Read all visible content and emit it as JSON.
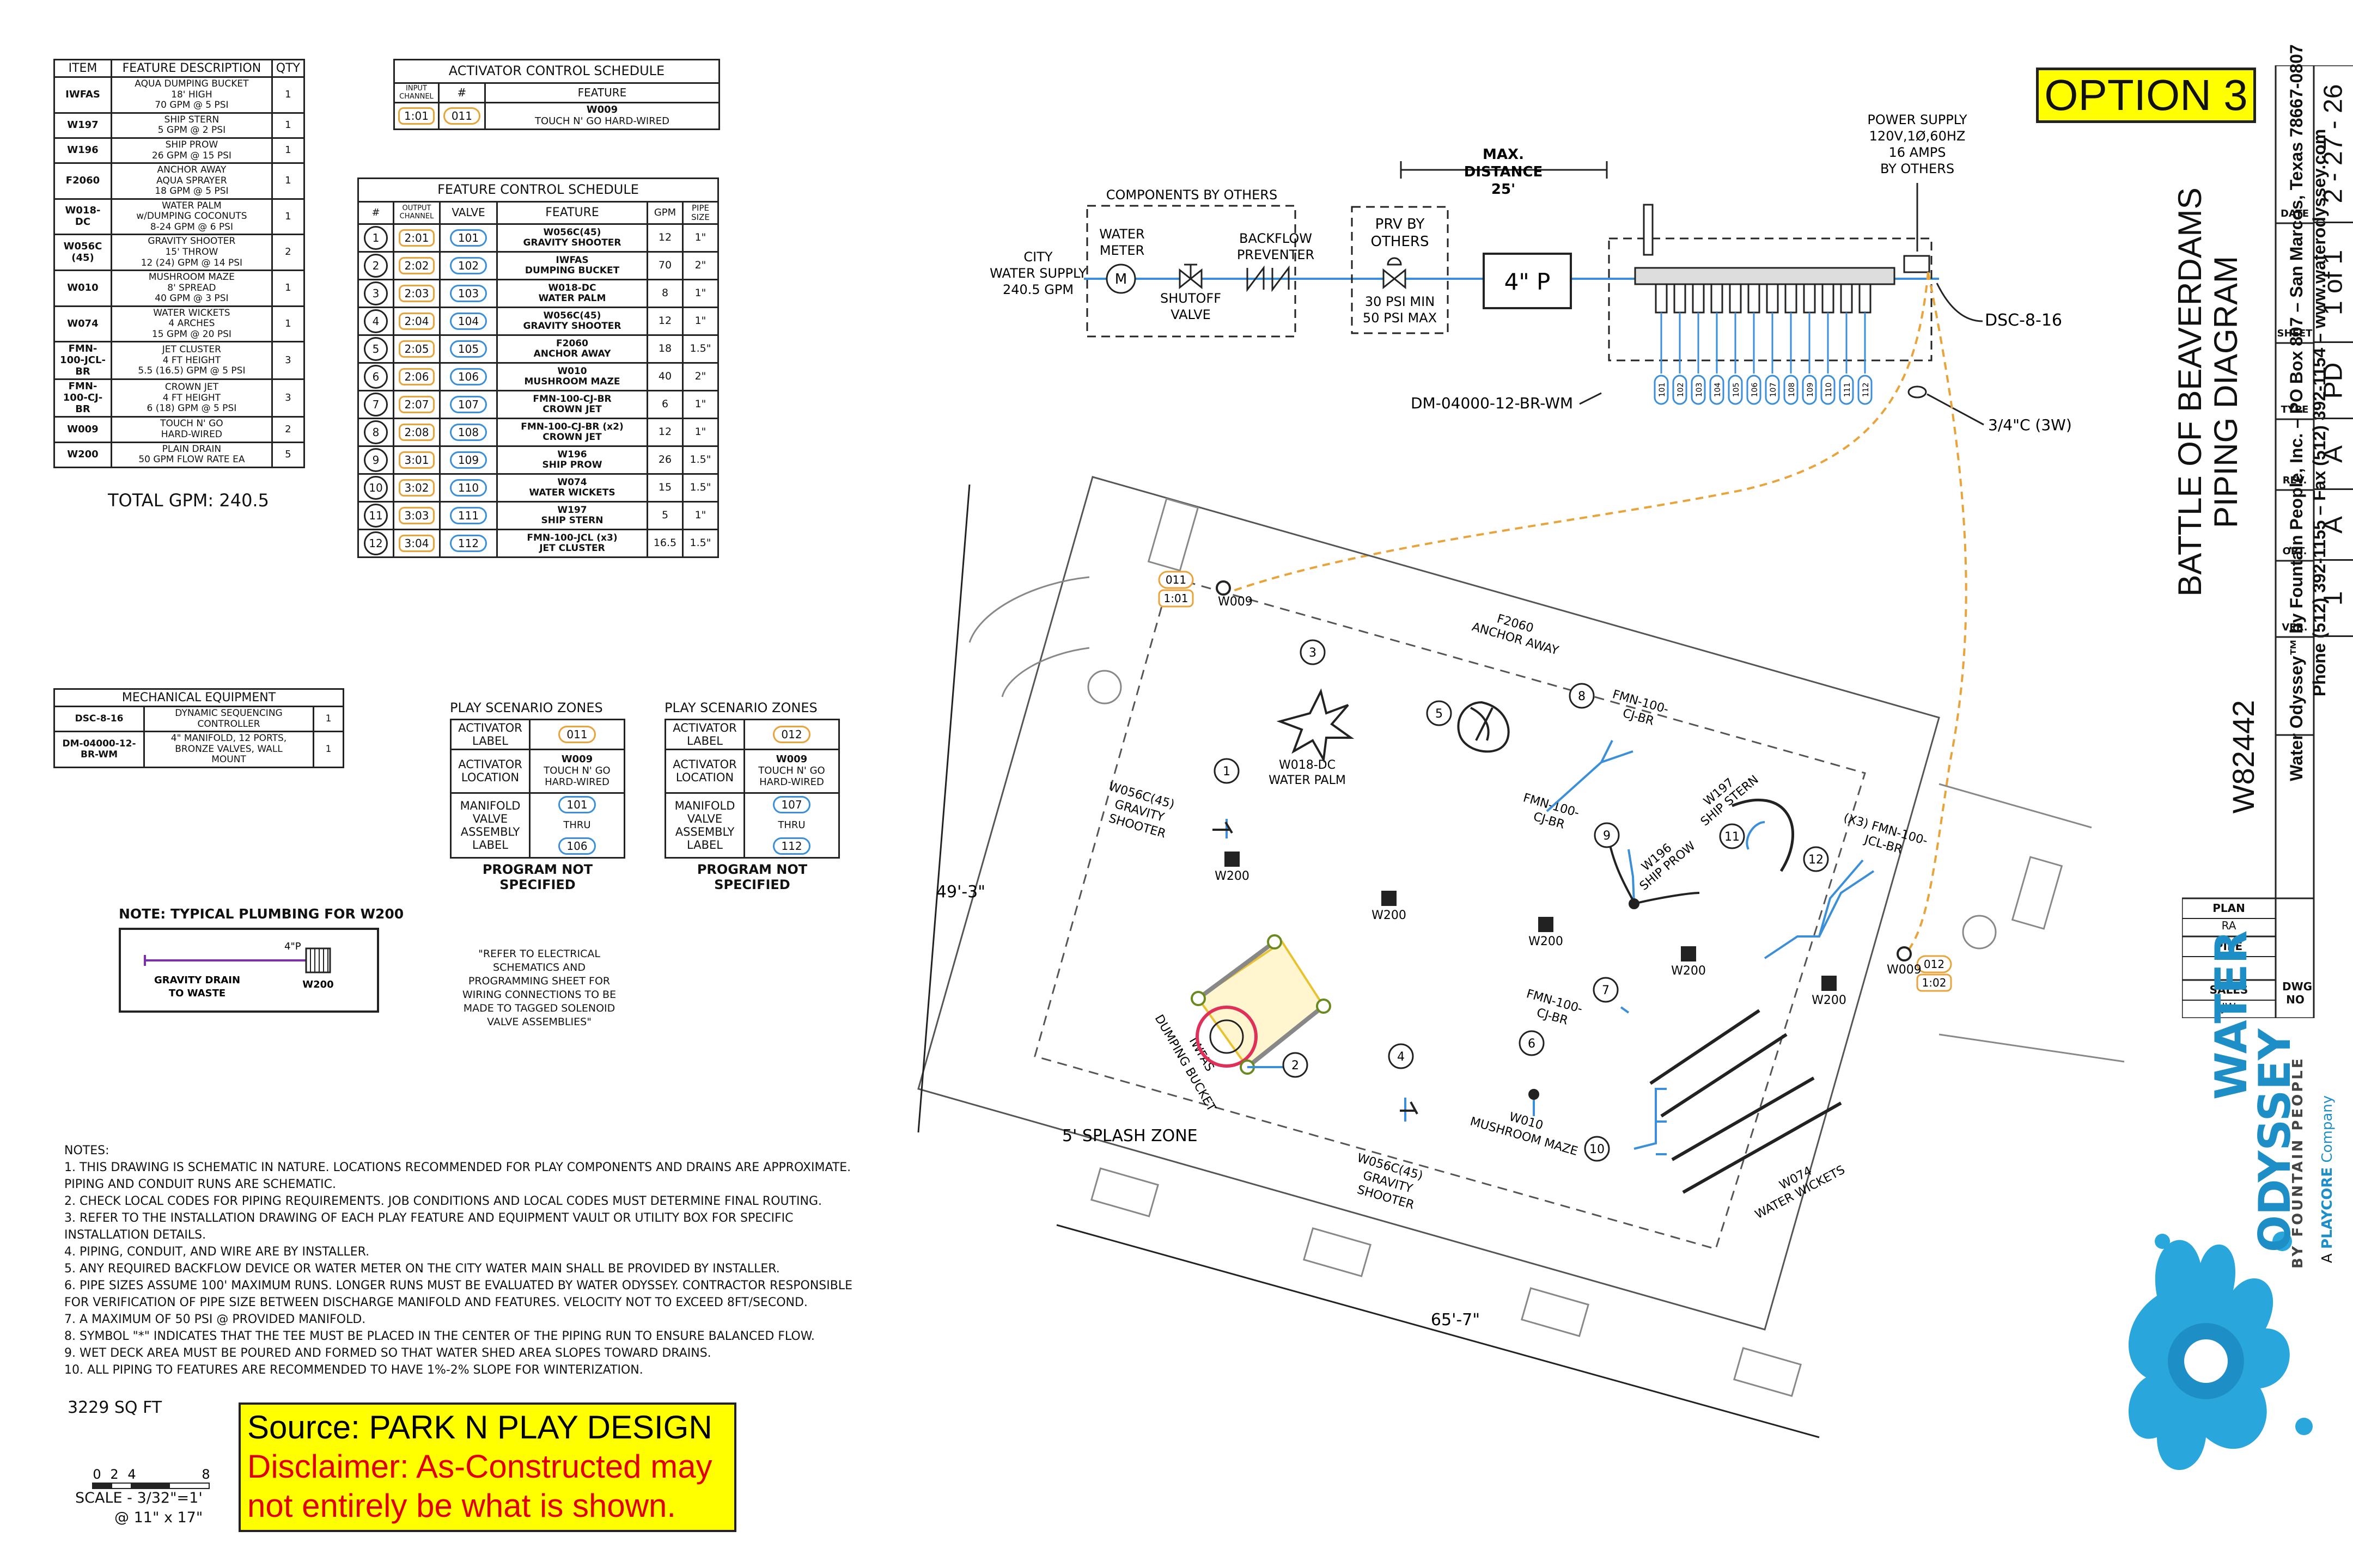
{
  "feature_table": {
    "headers": [
      "ITEM",
      "FEATURE DESCRIPTION",
      "QTY"
    ],
    "rows": [
      {
        "item": "IWFAS",
        "desc": [
          "AQUA DUMPING BUCKET",
          "18' HIGH",
          "70 GPM @ 5 PSI"
        ],
        "qty": "1"
      },
      {
        "item": "W197",
        "desc": [
          "SHIP STERN",
          "5 GPM @ 2 PSI"
        ],
        "qty": "1"
      },
      {
        "item": "W196",
        "desc": [
          "SHIP PROW",
          "26 GPM @ 15 PSI"
        ],
        "qty": "1"
      },
      {
        "item": "F2060",
        "desc": [
          "ANCHOR AWAY",
          "AQUA SPRAYER",
          "18 GPM @ 5 PSI"
        ],
        "qty": "1"
      },
      {
        "item": "W018-DC",
        "desc": [
          "WATER PALM",
          "w/DUMPING COCONUTS",
          "8-24 GPM @ 6 PSI"
        ],
        "qty": "1"
      },
      {
        "item": "W056C (45)",
        "desc": [
          "GRAVITY SHOOTER",
          "15' THROW",
          "12 (24) GPM @ 14 PSI"
        ],
        "qty": "2"
      },
      {
        "item": "W010",
        "desc": [
          "MUSHROOM MAZE",
          "8' SPREAD",
          "40 GPM @ 3 PSI"
        ],
        "qty": "1"
      },
      {
        "item": "W074",
        "desc": [
          "WATER WICKETS",
          "4 ARCHES",
          "15 GPM @ 20 PSI"
        ],
        "qty": "1"
      },
      {
        "item": "FMN-100-JCL-BR",
        "desc": [
          "JET CLUSTER",
          "4 FT HEIGHT",
          "5.5 (16.5) GPM @ 5 PSI"
        ],
        "qty": "3"
      },
      {
        "item": "FMN-100-CJ-BR",
        "desc": [
          "CROWN JET",
          "4 FT HEIGHT",
          "6 (18) GPM @ 5 PSI"
        ],
        "qty": "3"
      },
      {
        "item": "W009",
        "desc": [
          "TOUCH N' GO",
          "HARD-WIRED"
        ],
        "qty": "2"
      },
      {
        "item": "W200",
        "desc": [
          "PLAIN DRAIN",
          "50 GPM FLOW RATE EA"
        ],
        "qty": "5"
      }
    ],
    "total": "TOTAL GPM: 240.5"
  },
  "activator_schedule": {
    "title": "ACTIVATOR CONTROL SCHEDULE",
    "col_input": "INPUT CHANNEL",
    "col_num": "#",
    "col_feature": "FEATURE",
    "row": {
      "channel": "1:01",
      "num": "011",
      "feature": "W009",
      "feature_sub": "TOUCH N' GO HARD-WIRED"
    }
  },
  "feature_schedule": {
    "title": "FEATURE CONTROL SCHEDULE",
    "headers": [
      "#",
      "OUTPUT CHANNEL",
      "VALVE",
      "FEATURE",
      "GPM",
      "PIPE SIZE"
    ],
    "rows": [
      {
        "n": "1",
        "ch": "2:01",
        "valve": "101",
        "f1": "W056C(45)",
        "f2": "GRAVITY SHOOTER",
        "gpm": "12",
        "pipe": "1\""
      },
      {
        "n": "2",
        "ch": "2:02",
        "valve": "102",
        "f1": "IWFAS",
        "f2": "DUMPING BUCKET",
        "gpm": "70",
        "pipe": "2\""
      },
      {
        "n": "3",
        "ch": "2:03",
        "valve": "103",
        "f1": "W018-DC",
        "f2": "WATER PALM",
        "gpm": "8",
        "pipe": "1\""
      },
      {
        "n": "4",
        "ch": "2:04",
        "valve": "104",
        "f1": "W056C(45)",
        "f2": "GRAVITY SHOOTER",
        "gpm": "12",
        "pipe": "1\""
      },
      {
        "n": "5",
        "ch": "2:05",
        "valve": "105",
        "f1": "F2060",
        "f2": "ANCHOR AWAY",
        "gpm": "18",
        "pipe": "1.5\""
      },
      {
        "n": "6",
        "ch": "2:06",
        "valve": "106",
        "f1": "W010",
        "f2": "MUSHROOM MAZE",
        "gpm": "40",
        "pipe": "2\""
      },
      {
        "n": "7",
        "ch": "2:07",
        "valve": "107",
        "f1": "FMN-100-CJ-BR",
        "f2": "CROWN JET",
        "gpm": "6",
        "pipe": "1\""
      },
      {
        "n": "8",
        "ch": "2:08",
        "valve": "108",
        "f1": "FMN-100-CJ-BR (x2)",
        "f2": "CROWN JET",
        "gpm": "12",
        "pipe": "1\""
      },
      {
        "n": "9",
        "ch": "3:01",
        "valve": "109",
        "f1": "W196",
        "f2": "SHIP PROW",
        "gpm": "26",
        "pipe": "1.5\""
      },
      {
        "n": "10",
        "ch": "3:02",
        "valve": "110",
        "f1": "W074",
        "f2": "WATER WICKETS",
        "gpm": "15",
        "pipe": "1.5\""
      },
      {
        "n": "11",
        "ch": "3:03",
        "valve": "111",
        "f1": "W197",
        "f2": "SHIP STERN",
        "gpm": "5",
        "pipe": "1\""
      },
      {
        "n": "12",
        "ch": "3:04",
        "valve": "112",
        "f1": "FMN-100-JCL (x3)",
        "f2": "JET CLUSTER",
        "gpm": "16.5",
        "pipe": "1.5\""
      }
    ]
  },
  "mech_table": {
    "title": "MECHANICAL EQUIPMENT",
    "rows": [
      {
        "item": "DSC-8-16",
        "desc": [
          "DYNAMIC SEQUENCING",
          "CONTROLLER"
        ],
        "qty": "1"
      },
      {
        "item": "DM-04000-12-BR-WM",
        "desc": [
          "4\" MANIFOLD, 12 PORTS,",
          "BRONZE VALVES, WALL",
          "MOUNT"
        ],
        "qty": "1"
      }
    ]
  },
  "zones": [
    {
      "title": "PLAY SCENARIO ZONES",
      "act_label": "ACTIVATOR LABEL",
      "act_label_val": "011",
      "act_loc": "ACTIVATOR LOCATION",
      "act_loc_val": [
        "W009",
        "TOUCH N' GO",
        "HARD-WIRED"
      ],
      "manifold": "MANIFOLD VALVE ASSEMBLY LABEL",
      "from": "101",
      "thru": "THRU",
      "to": "106",
      "footer": "PROGRAM NOT SPECIFIED"
    },
    {
      "title": "PLAY SCENARIO ZONES",
      "act_label": "ACTIVATOR LABEL",
      "act_label_val": "012",
      "act_loc": "ACTIVATOR LOCATION",
      "act_loc_val": [
        "W009",
        "TOUCH N' GO",
        "HARD-WIRED"
      ],
      "manifold": "MANIFOLD VALVE ASSEMBLY LABEL",
      "from": "107",
      "thru": "THRU",
      "to": "112",
      "footer": "PROGRAM NOT SPECIFIED"
    }
  ],
  "refer_note": [
    "\"REFER TO ELECTRICAL",
    "SCHEMATICS AND",
    "PROGRAMMING SHEET FOR",
    "WIRING CONNECTIONS TO BE",
    "MADE TO TAGGED SOLENOID",
    "VALVE ASSEMBLIES\""
  ],
  "plumbing_note": {
    "title": "NOTE: TYPICAL PLUMBING FOR W200",
    "pipe": "4\"P",
    "drain": [
      "GRAVITY DRAIN",
      "TO WASTE"
    ],
    "label": "W200"
  },
  "notes": {
    "title": "NOTES:",
    "lines": [
      "1. THIS DRAWING IS SCHEMATIC IN NATURE. LOCATIONS RECOMMENDED FOR PLAY COMPONENTS AND DRAINS ARE APPROXIMATE.",
      "PIPING AND CONDUIT RUNS ARE SCHEMATIC.",
      "2. CHECK LOCAL CODES FOR PIPING REQUIREMENTS. JOB CONDITIONS AND LOCAL CODES MUST DETERMINE FINAL ROUTING.",
      "3. REFER TO THE INSTALLATION DRAWING OF EACH PLAY FEATURE AND EQUIPMENT VAULT OR UTILITY BOX FOR SPECIFIC",
      "INSTALLATION DETAILS.",
      "4. PIPING, CONDUIT, AND WIRE ARE BY INSTALLER.",
      "5. ANY REQUIRED BACKFLOW DEVICE OR WATER METER ON THE CITY WATER MAIN SHALL BE PROVIDED BY INSTALLER.",
      "6. PIPE SIZES ASSUME 100' MAXIMUM RUNS. LONGER RUNS MUST BE EVALUATED BY WATER ODYSSEY. CONTRACTOR RESPONSIBLE",
      "FOR VERIFICATION OF PIPE SIZE BETWEEN DISCHARGE MANIFOLD AND FEATURES. VELOCITY NOT TO EXCEED 8FT/SECOND.",
      "7. A MAXIMUM OF 50 PSI @ PROVIDED MANIFOLD.",
      "8. SYMBOL \"*\" INDICATES THAT THE TEE MUST BE PLACED IN THE CENTER OF THE PIPING RUN TO ENSURE BALANCED FLOW.",
      "9. WET DECK AREA MUST BE POURED AND FORMED SO THAT WATER SHED AREA SLOPES TOWARD DRAINS.",
      "10. ALL PIPING TO FEATURES ARE RECOMMENDED TO HAVE 1%-2% SLOPE FOR WINTERIZATION."
    ]
  },
  "area": "3229 SQ FT",
  "scale": {
    "ticks": [
      "0",
      "2",
      "4",
      "8"
    ],
    "label": "SCALE - 3/32\"=1'",
    "sub": "@ 11\" x 17\""
  },
  "source_box": {
    "line1": "Source: PARK N PLAY DESIGN",
    "line2": "Disclaimer: As-Constructed may",
    "line3": "not entirely be what is shown."
  },
  "option": "OPTION 3",
  "title_block": {
    "project": "BATTLE OF BEAVERDAMS",
    "subtitle": "PIPING DIAGRAM",
    "company_line1": "Water Odyssey™ by Fountain People, Inc. – PO Box 807 – San Marcos, Texas 78667-0807",
    "company_line2": "Phone (512) 392-1155 – Fax (512) 392-1154 – www.waterodyssey.com",
    "dwg_no": "W82442",
    "cells": [
      {
        "label": "DATE",
        "value": "2 - 27 - 26"
      },
      {
        "label": "SHEET",
        "value": "1 of 1"
      },
      {
        "label": "TYPE",
        "value": "PD"
      },
      {
        "label": "REV.",
        "value": "A"
      },
      {
        "label": "OPT.",
        "value": "A"
      },
      {
        "label": "VER.",
        "value": "1"
      }
    ],
    "people": [
      {
        "label": "PLAN",
        "value": "RA"
      },
      {
        "label": "PIPE",
        "value": ""
      },
      {
        "label": "SALES",
        "value": "JW"
      }
    ],
    "dwg_label": "DWG NO"
  },
  "logo": {
    "word1": "WATER",
    "word2": "ODYSSEY",
    "tm": "™",
    "by": "BY FOUNTAIN PEOPLE",
    "company_a": "A",
    "company": "PLAYCORE",
    "company_suffix": "Company"
  },
  "supply": {
    "city": [
      "CITY",
      "WATER SUPPLY",
      "240.5 GPM"
    ],
    "components": "COMPONENTS BY OTHERS",
    "meter": [
      "WATER",
      "METER"
    ],
    "meter_symbol": "M",
    "shutoff": [
      "SHUTOFF",
      "VALVE"
    ],
    "backflow": [
      "BACKFLOW",
      "PREVENTER"
    ],
    "prv": [
      "PRV BY",
      "OTHERS"
    ],
    "prv_psi": [
      "30 PSI MIN",
      "50 PSI MAX"
    ],
    "max_distance": [
      "MAX.",
      "DISTANCE",
      "25'"
    ],
    "pump": "4\" P",
    "power": [
      "POWER SUPPLY",
      "120V,1Ø,60HZ",
      "16 AMPS",
      "BY OTHERS"
    ],
    "dsc": "DSC-8-16",
    "manifold": "DM-04000-12-BR-WM",
    "conduit": "3/4\"C (3W)",
    "valves": [
      "101",
      "102",
      "103",
      "104",
      "105",
      "106",
      "107",
      "108",
      "109",
      "110",
      "111",
      "112"
    ]
  },
  "site": {
    "dim_h": "49'-3\"",
    "dim_w": "65'-7\"",
    "splash": "5' SPLASH ZONE",
    "act1_tag": "011",
    "act1_ch": "1:01",
    "act1_label": "W009",
    "act2_tag": "012",
    "act2_ch": "1:02",
    "act2_label": "W009",
    "f2060": [
      "F2060",
      "ANCHOR AWAY"
    ],
    "palm": [
      "W018-DC",
      "WATER PALM"
    ],
    "shooter_left": [
      "W056C(45)",
      "GRAVITY",
      "SHOOTER"
    ],
    "shooter_bottom": [
      "W056C(45)",
      "GRAVITY",
      "SHOOTER"
    ],
    "bucket": [
      "IWFAS",
      "DUMPING BUCKET"
    ],
    "cj_top": [
      "FMN-100-",
      "CJ-BR"
    ],
    "cj_left": [
      "FMN-100-",
      "CJ-BR"
    ],
    "cj_mid": [
      "FMN-100-",
      "CJ-BR"
    ],
    "prow": [
      "W196",
      "SHIP PROW"
    ],
    "stern": [
      "W197",
      "SHIP STERN"
    ],
    "jcl": [
      "(X3) FMN-100-",
      "JCL-BR"
    ],
    "maze": [
      "W010",
      "MUSHROOM MAZE"
    ],
    "wickets": [
      "W074",
      "WATER WICKETS"
    ],
    "drain": "W200",
    "callouts": [
      "1",
      "2",
      "3",
      "4",
      "5",
      "6",
      "7",
      "8",
      "9",
      "10",
      "11",
      "12"
    ]
  }
}
